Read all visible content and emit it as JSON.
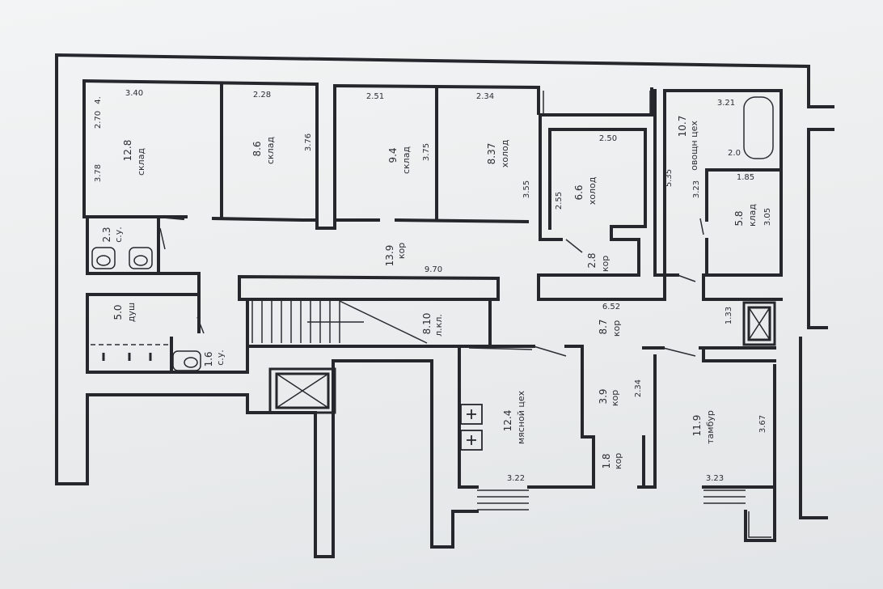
{
  "rooms": [
    {
      "name": "склад",
      "area": "12.8"
    },
    {
      "name": "склад",
      "area": "8.6"
    },
    {
      "name": "склад",
      "area": "9.4"
    },
    {
      "name": "холод",
      "area": "8.37"
    },
    {
      "name": "холод",
      "area": "6.6"
    },
    {
      "name": "кор",
      "area": "2.8"
    },
    {
      "name": "овощн цех",
      "area": "10.7"
    },
    {
      "name": "клад",
      "area": "5.8"
    },
    {
      "name": "с.у.",
      "area": "2.3"
    },
    {
      "name": "кор",
      "area": "13.9"
    },
    {
      "name": "душ",
      "area": "5.0"
    },
    {
      "name": "с.у.",
      "area": "1.6"
    },
    {
      "name": "л.кл.",
      "area": "8.10"
    },
    {
      "name": "кор",
      "area": "8.7"
    },
    {
      "name": "кор",
      "area": "3.9"
    },
    {
      "name": "кор",
      "area": "1.8"
    },
    {
      "name": "мясной цех",
      "area": "12.4"
    },
    {
      "name": "тамбур",
      "area": "11.9"
    }
  ],
  "dimensions": [
    "3.40",
    "2.28",
    "2.51",
    "2.34",
    "2.50",
    "3.21",
    "2.70",
    "3.78",
    "3.76",
    "3.75",
    "3.55",
    "2.55",
    "5.35",
    "2.0",
    "1.85",
    "3.23",
    "3.05",
    "9.70",
    "6.52",
    "1.33",
    "2.34",
    "3.67",
    "3.22",
    "3.23"
  ],
  "markers": {
    "corner_prefix": "4."
  }
}
